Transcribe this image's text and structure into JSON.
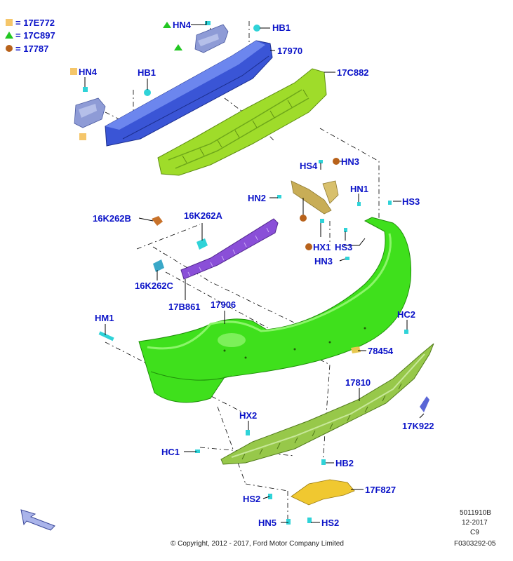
{
  "legend": [
    {
      "shape": "square",
      "color": "#f5c66a",
      "text": "= 17E772"
    },
    {
      "shape": "triangle",
      "color": "#22c722",
      "text": "= 17C897"
    },
    {
      "shape": "circle",
      "color": "#b8621b",
      "text": "= 17787"
    }
  ],
  "label_color": "#0b13c8",
  "labels": {
    "hn4_top": "HN4",
    "hb1_top": "HB1",
    "p17970": "17970",
    "hn4_left": "HN4",
    "hb1_left": "HB1",
    "p17c882": "17C882",
    "hs4": "HS4",
    "hn3_top": "HN3",
    "hn2": "HN2",
    "hn1": "HN1",
    "hs3_right": "HS3",
    "p16k262b": "16K262B",
    "p16k262a": "16K262A",
    "hx1": "HX1",
    "hs3_mid": "HS3",
    "hn3_mid": "HN3",
    "p16k262c": "16K262C",
    "p17b861": "17B861",
    "p17906": "17906",
    "hm1": "HM1",
    "hc2": "HC2",
    "p78454": "78454",
    "p17810": "17810",
    "p17k922": "17K922",
    "hx2": "HX2",
    "hc1": "HC1",
    "hb2": "HB2",
    "p17f827": "17F827",
    "hs2_left": "HS2",
    "hn5": "HN5",
    "hs2_right": "HS2"
  },
  "footer": {
    "copyright": "© Copyright, 2012 - 2017, Ford Motor Company Limited",
    "code1": "5011910B",
    "date": "12-2017",
    "code2": "C9",
    "code3": "F0303292-05"
  },
  "colors": {
    "beam": "#3a55d6",
    "absorber": "#9fdc2a",
    "bumper": "#3fe01c",
    "valance": "#97c84a",
    "reinforcement": "#8a4fd8",
    "bracket": "#c8ad56",
    "mount": "#8e9bd6",
    "clip": "#2fd3d8"
  }
}
